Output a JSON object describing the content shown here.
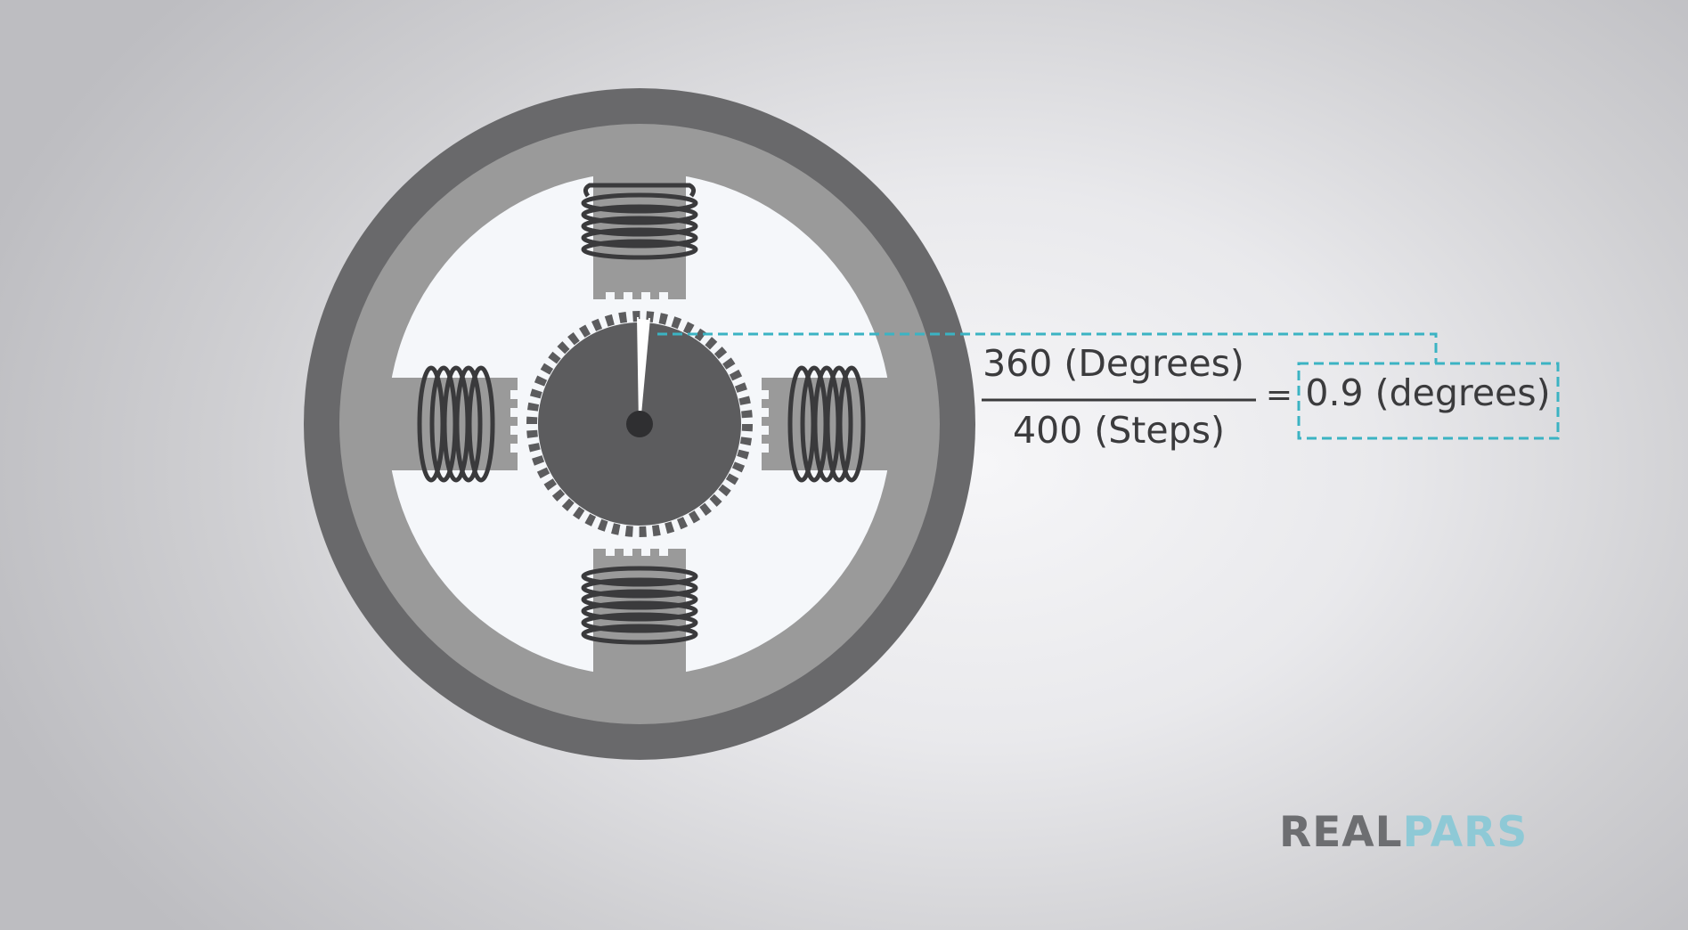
{
  "formula": {
    "numerator": "360 (Degrees)",
    "denominator": "400 (Steps)",
    "equals": "=",
    "result": "0.9 (degrees)"
  },
  "logo": {
    "part1": "REAL",
    "part2": "PARS",
    "color1": "#6d6e71",
    "color2": "#8ec9d6"
  },
  "colors": {
    "stator_outer": "#69696b",
    "stator_inner": "#9a9a9a",
    "air_gap": "#f5f7fa",
    "rotor": "#5c5c5e",
    "coil": "#3a3a3c",
    "dashed_leader": "#3bb3c3",
    "text": "#3b3b3d"
  },
  "motor": {
    "rotor_teeth": 50,
    "step_angle_degrees": 0.9
  }
}
